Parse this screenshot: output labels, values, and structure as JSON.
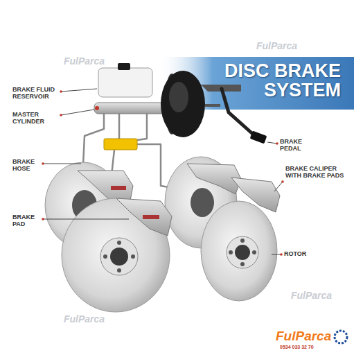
{
  "diagram": {
    "title": "DISC BRAKE SYSTEM",
    "labels": [
      "BRAKE FLUID RESERVOIR",
      "MASTER CYLINDER",
      "BRAKE HOSE",
      "BRAKE PAD",
      "BRAKE PEDAL",
      "BRAKE CALIPER WITH BRAKE PADS",
      "ROTOR",
      "FulParca",
      "FulParca",
      "FulParca",
      "FulParca",
      "FulParca",
      "0534 033 32 70"
    ]
  }
}
